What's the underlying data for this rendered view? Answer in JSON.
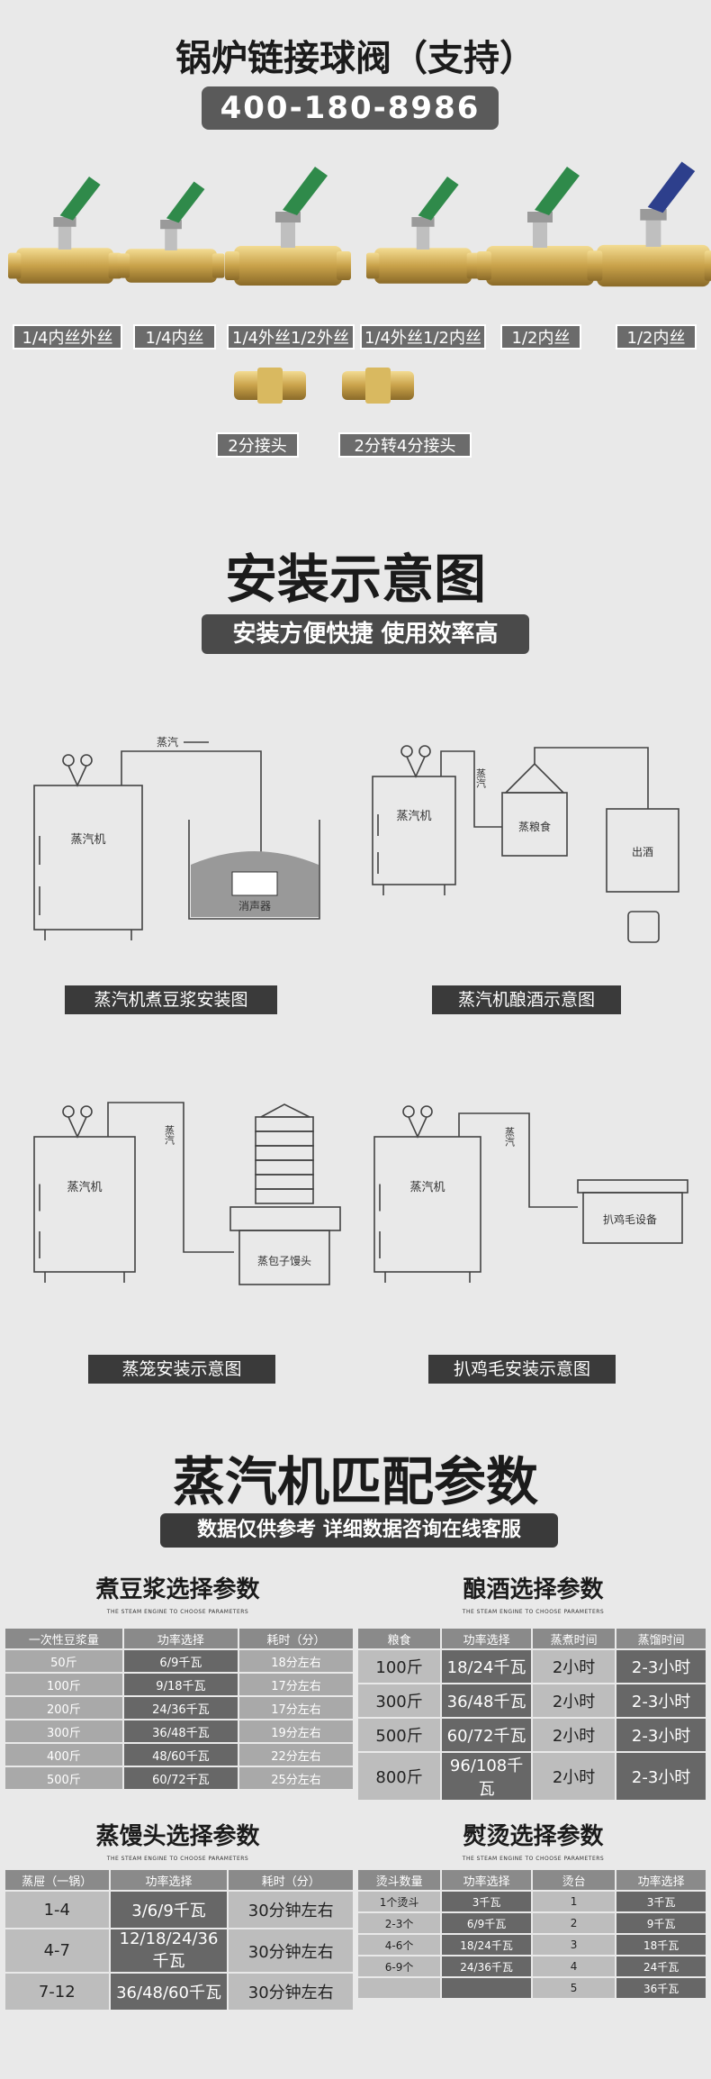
{
  "valves": {
    "title": "锅炉链接球阀（支持）",
    "phone": "400-180-8986",
    "items": [
      {
        "label": "1/4内丝外丝",
        "handle": "#2f8a4a"
      },
      {
        "label": "1/4内丝",
        "handle": "#2f8a4a"
      },
      {
        "label": "1/4外丝1/2外丝",
        "handle": "#2f8a4a"
      },
      {
        "label": "1/4外丝1/2内丝",
        "handle": "#2f8a4a"
      },
      {
        "label": "1/2内丝",
        "handle": "#2f8a4a"
      },
      {
        "label": "1/2内丝",
        "handle": "#2d3f8c"
      }
    ],
    "fittings": [
      {
        "label": "2分接头"
      },
      {
        "label": "2分转4分接头"
      }
    ]
  },
  "install": {
    "title": "安装示意图",
    "subtitle": "安装方便快捷 使用效率高",
    "diagrams": [
      {
        "caption": "蒸汽机煮豆浆安装图",
        "machine": "蒸汽机",
        "steam": "蒸汽",
        "target": "消声器"
      },
      {
        "caption": "蒸汽机酿酒示意图",
        "machine": "蒸汽机",
        "steam": "蒸汽",
        "target": "蒸粮食",
        "target2": "出酒"
      },
      {
        "caption": "蒸笼安装示意图",
        "machine": "蒸汽机",
        "steam": "蒸汽",
        "target": "蒸包子馒头"
      },
      {
        "caption": "扒鸡毛安装示意图",
        "machine": "蒸汽机",
        "steam": "蒸汽",
        "target": "扒鸡毛设备"
      }
    ]
  },
  "params": {
    "title": "蒸汽机匹配参数",
    "subtitle": "数据仅供参考 详细数据咨询在线客服",
    "en_sub": "THE STEAM ENGINE TO CHOOSE PARAMETERS",
    "soy": {
      "title": "煮豆浆选择参数",
      "headers": [
        "一次性豆浆量",
        "功率选择",
        "耗时（分）"
      ],
      "rows": [
        [
          "50斤",
          "6/9千瓦",
          "18分左右"
        ],
        [
          "100斤",
          "9/18千瓦",
          "17分左右"
        ],
        [
          "200斤",
          "24/36千瓦",
          "17分左右"
        ],
        [
          "300斤",
          "36/48千瓦",
          "19分左右"
        ],
        [
          "400斤",
          "48/60千瓦",
          "22分左右"
        ],
        [
          "500斤",
          "60/72千瓦",
          "25分左右"
        ]
      ]
    },
    "wine": {
      "title": "酿酒选择参数",
      "headers": [
        "粮食",
        "功率选择",
        "蒸煮时间",
        "蒸馏时间"
      ],
      "rows": [
        [
          "100斤",
          "18/24千瓦",
          "2小时",
          "2-3小时"
        ],
        [
          "300斤",
          "36/48千瓦",
          "2小时",
          "2-3小时"
        ],
        [
          "500斤",
          "60/72千瓦",
          "2小时",
          "2-3小时"
        ],
        [
          "800斤",
          "96/108千瓦",
          "2小时",
          "2-3小时"
        ]
      ]
    },
    "bun": {
      "title": "蒸馒头选择参数",
      "headers": [
        "蒸屉（一锅）",
        "功率选择",
        "耗时（分）"
      ],
      "rows": [
        [
          "1-4",
          "3/6/9千瓦",
          "30分钟左右"
        ],
        [
          "4-7",
          "12/18/24/36千瓦",
          "30分钟左右"
        ],
        [
          "7-12",
          "36/48/60千瓦",
          "30分钟左右"
        ]
      ]
    },
    "iron": {
      "title": "熨烫选择参数",
      "headers": [
        "烫斗数量",
        "功率选择",
        "烫台",
        "功率选择"
      ],
      "rows": [
        [
          "1个烫斗",
          "3千瓦",
          "1",
          "3千瓦"
        ],
        [
          "2-3个",
          "6/9千瓦",
          "2",
          "9千瓦"
        ],
        [
          "4-6个",
          "18/24千瓦",
          "3",
          "18千瓦"
        ],
        [
          "6-9个",
          "24/36千瓦",
          "4",
          "24千瓦"
        ],
        [
          "",
          "",
          "5",
          "36千瓦"
        ]
      ]
    }
  }
}
